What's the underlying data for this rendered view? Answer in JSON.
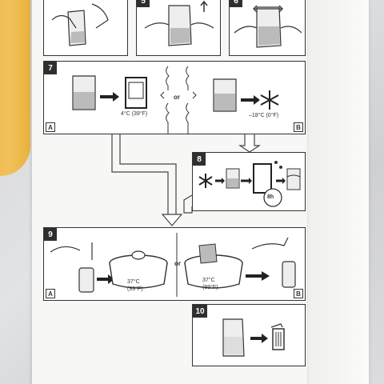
{
  "steps": {
    "s5": {
      "label": "5"
    },
    "s6": {
      "label": "6"
    },
    "s7": {
      "label": "7",
      "or_text": "or",
      "fridge_temp": "4°C (39°F)",
      "freezer_temp": "–18°C (0°F)",
      "option_a": "A",
      "option_b": "B"
    },
    "s8": {
      "label": "8",
      "thaw_time": "8h"
    },
    "s9": {
      "label": "9",
      "or_text": "or",
      "temp_a_c": "37°C",
      "temp_a_f": "(99°F)",
      "temp_b_c": "37°C",
      "temp_b_f": "(99°F)",
      "option_a": "A",
      "option_b": "B"
    },
    "s10": {
      "label": "10"
    }
  },
  "colors": {
    "ink": "#333333",
    "packet": "#f7f7f5",
    "yellow": "#f1c25a"
  },
  "icons": [
    "hand-pouch-icon",
    "fridge-icon",
    "snowflake-icon",
    "pot-icon",
    "bottle-icon",
    "trash-can-icon",
    "arrow-icon",
    "clock-icon",
    "milk-bag-icon"
  ]
}
